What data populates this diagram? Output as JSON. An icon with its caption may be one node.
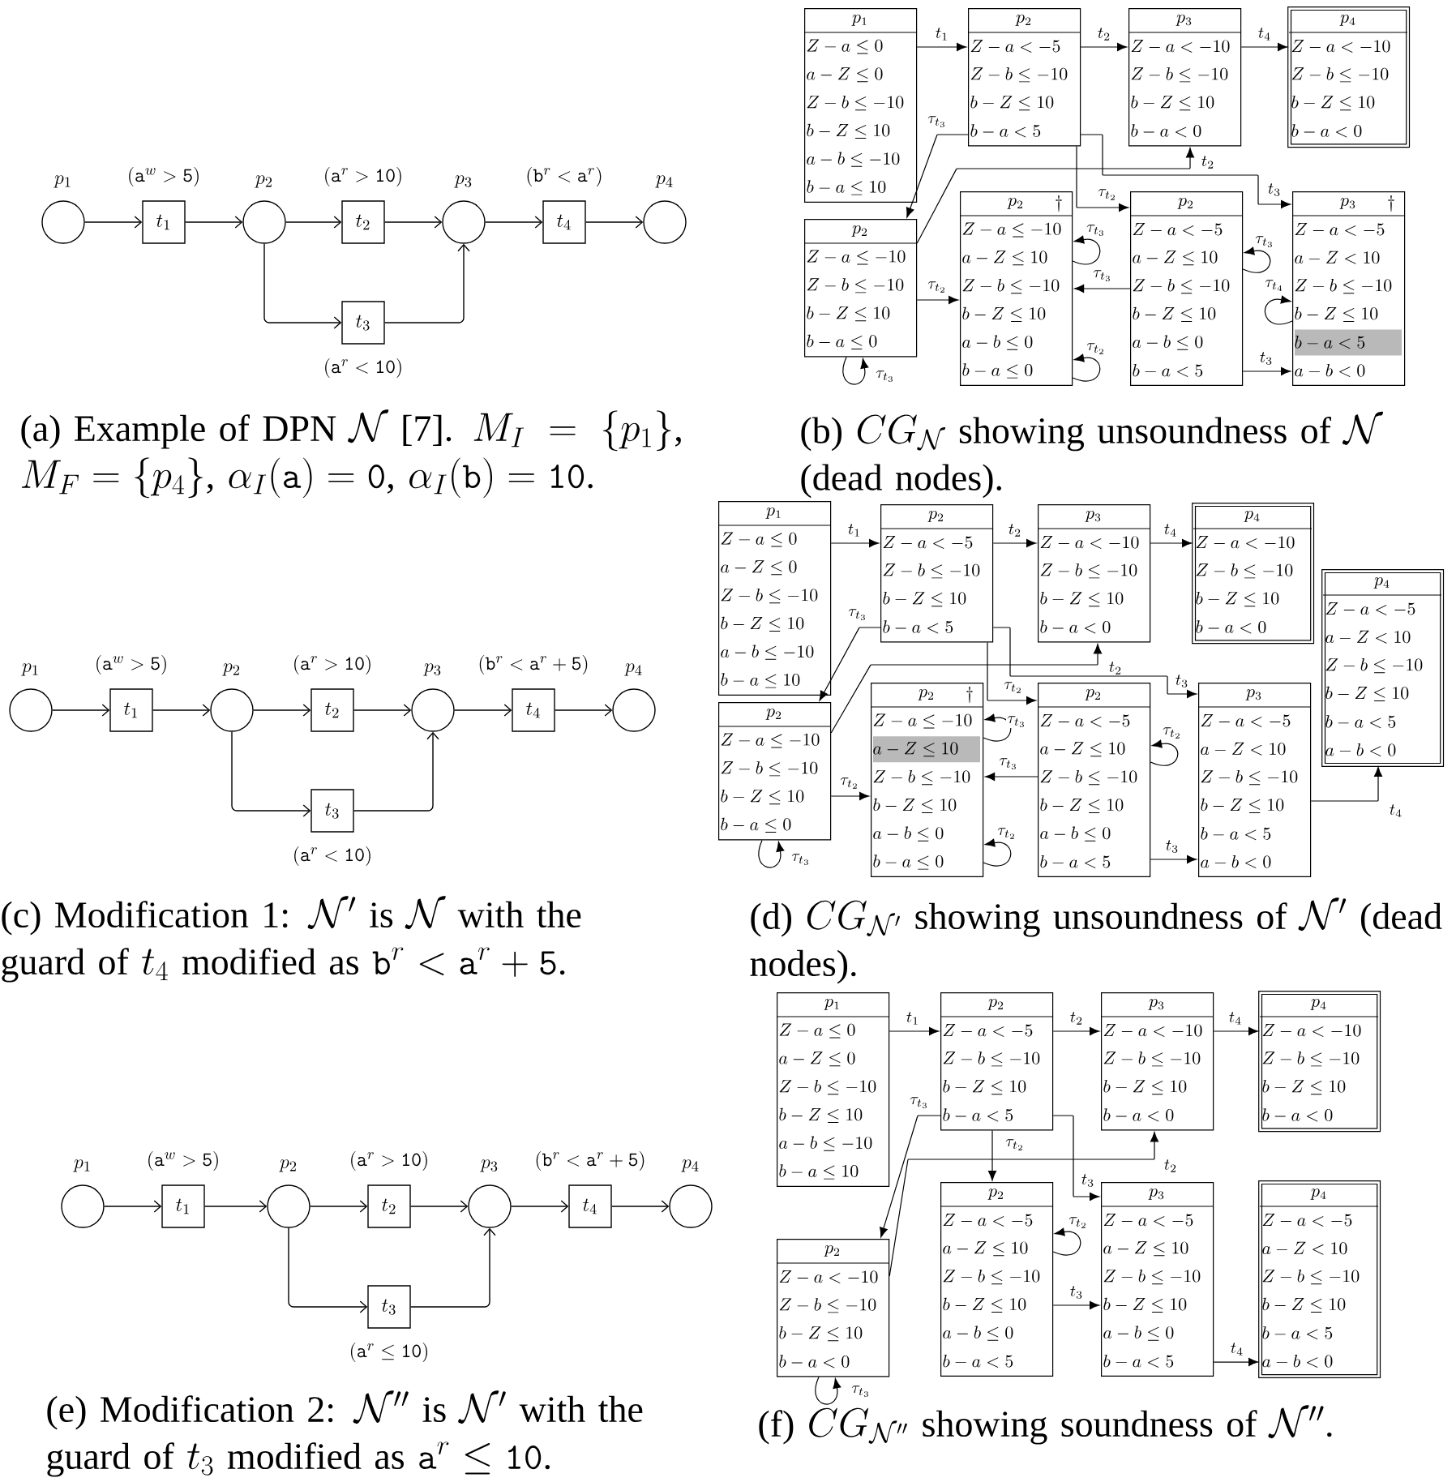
{
  "diagram": {
    "nodes": [
      {
        "text": [
          "p_1"
        ]
      },
      {
        "text": [
          "t_1"
        ],
        "beside": [
          "(\\mathtt{a}^w>\\mathtt{5})"
        ]
      },
      {
        "text": [
          "p_2"
        ]
      },
      {
        "text": [
          "t_2"
        ],
        "beside": [
          "(\\mathtt{a}^r>\\mathtt{10})"
        ]
      },
      {
        "text": [
          "p_3"
        ]
      },
      {
        "text": [
          "t_4"
        ],
        "beside": [
          "(\\mathtt{b}^r<\\mathtt{a}^r)"
        ]
      },
      {
        "text": [
          "p_4"
        ]
      },
      {
        "text": [
          "t_3"
        ],
        "beside": [
          "(\\mathtt{a}^r<\\mathtt{10})"
        ]
      },
      {
        "text": [
          "p_1",
          "Z-a\\leq 0",
          "a-Z\\leq 0",
          "Z-b\\leq -10",
          "b-Z\\leq 10",
          "a-b\\leq -10",
          "b-a\\leq 10"
        ]
      },
      {
        "text": [
          "p_2",
          "Z-a<-5",
          "Z-b\\leq -10",
          "b-Z\\leq 10",
          "b-a<5"
        ]
      },
      {
        "text": [
          "p_3",
          "Z-a<-10",
          "Z-b\\leq -10",
          "b-Z\\leq 10",
          "b-a<0"
        ]
      },
      {
        "text": [
          "p_4",
          "Z-a<-10",
          "Z-b\\leq -10",
          "b-Z\\leq 10",
          "b-a<0"
        ]
      },
      {
        "text": [
          "p_2",
          "Z-a\\leq -10",
          "Z-b\\leq -10",
          "b-Z\\leq 10",
          "b-a\\leq 0"
        ]
      },
      {
        "text": [
          "p_2",
          "\\dagger",
          "Z-a\\leq -10",
          "a-Z\\leq 10",
          "Z-b\\leq -10",
          "b-Z\\leq 10",
          "a-b\\leq 0",
          "b-a\\leq 0"
        ]
      },
      {
        "text": [
          "p_2",
          "Z-a<-5",
          "a-Z\\leq 10",
          "Z-b\\leq -10",
          "b-Z\\leq 10",
          "a-b\\leq 0",
          "b-a<5"
        ]
      },
      {
        "text": [
          "p_3",
          "\\dagger",
          "Z-a<-5",
          "a-Z<10",
          "Z-b\\leq -10",
          "b-Z\\leq 10",
          "b-a<5",
          "a-b<0"
        ]
      },
      {
        "text": [
          "p_1"
        ]
      },
      {
        "text": [
          "t_1"
        ],
        "beside": [
          "(\\mathtt{a}^w>\\mathtt{5})"
        ]
      },
      {
        "text": [
          "p_2"
        ]
      },
      {
        "text": [
          "t_2"
        ],
        "beside": [
          "(\\mathtt{a}^r>\\mathtt{10})"
        ]
      },
      {
        "text": [
          "p_3"
        ]
      },
      {
        "text": [
          "t_4"
        ],
        "beside": [
          "(\\mathtt{b}^r<\\mathtt{a}^r+\\mathtt{5})"
        ]
      },
      {
        "text": [
          "p_4"
        ]
      },
      {
        "text": [
          "t_3"
        ],
        "beside": [
          "(\\mathtt{a}^r<\\mathtt{10})"
        ]
      },
      {
        "text": [
          "p_1",
          "Z-a\\leq 0",
          "a-Z\\leq 0",
          "Z-b\\leq -10",
          "b-Z\\leq 10",
          "a-b\\leq -10",
          "b-a\\leq 10"
        ]
      },
      {
        "text": [
          "p_2",
          "Z-a<-5",
          "Z-b\\leq -10",
          "b-Z\\leq 10",
          "b-a<5"
        ]
      },
      {
        "text": [
          "p_3",
          "Z-a<-10",
          "Z-b\\leq -10",
          "b-Z\\leq 10",
          "b-a<0"
        ]
      },
      {
        "text": [
          "p_4",
          "Z-a<-10",
          "Z-b\\leq -10",
          "b-Z\\leq 10",
          "b-a<0"
        ]
      },
      {
        "text": [
          "p_4",
          "Z-a<-5",
          "a-Z<10",
          "Z-b\\leq -10",
          "b-Z\\leq 10",
          "b-a<5",
          "a-b<0"
        ]
      },
      {
        "text": [
          "p_2",
          "Z-a\\leq -10",
          "Z-b\\leq -10",
          "b-Z\\leq 10",
          "b-a\\leq 0"
        ]
      },
      {
        "text": [
          "p_2",
          "\\dagger",
          "Z-a\\leq -10",
          "a-Z\\leq 10",
          "Z-b\\leq -10",
          "b-Z\\leq 10",
          "a-b\\leq 0",
          "b-a\\leq 0"
        ]
      },
      {
        "text": [
          "p_2",
          "Z-a<-5",
          "a-Z\\leq 10",
          "Z-b\\leq -10",
          "b-Z\\leq 10",
          "a-b\\leq 0",
          "b-a<5"
        ]
      },
      {
        "text": [
          "p_3",
          "Z-a<-5",
          "a-Z<10",
          "Z-b\\leq -10",
          "b-Z\\leq 10",
          "b-a<5",
          "a-b<0"
        ]
      },
      {
        "text": [
          "p_1"
        ]
      },
      {
        "text": [
          "t_1"
        ],
        "beside": [
          "(\\mathtt{a}^w>\\mathtt{5})"
        ]
      },
      {
        "text": [
          "p_2"
        ]
      },
      {
        "text": [
          "t_2"
        ],
        "beside": [
          "(\\mathtt{a}^r>\\mathtt{10})"
        ]
      },
      {
        "text": [
          "p_3"
        ]
      },
      {
        "text": [
          "t_4"
        ],
        "beside": [
          "(\\mathtt{b}^r<\\mathtt{a}^r+\\mathtt{5})"
        ]
      },
      {
        "text": [
          "p_4"
        ]
      },
      {
        "text": [
          "t_3"
        ],
        "beside": [
          "(\\mathtt{a}^r\\leq\\mathtt{10})"
        ]
      },
      {
        "text": [
          "p_1",
          "Z-a\\leq 0",
          "a-Z\\leq 0",
          "Z-b\\leq -10",
          "b-Z\\leq 10",
          "a-b\\leq -10",
          "b-a\\leq 10"
        ]
      },
      {
        "text": [
          "p_2",
          "Z-a<-5",
          "Z-b\\leq -10",
          "b-Z\\leq 10",
          "b-a<5"
        ]
      },
      {
        "text": [
          "p_3",
          "Z-a<-10",
          "Z-b\\leq -10",
          "b-Z\\leq 10",
          "b-a<0"
        ]
      },
      {
        "text": [
          "p_4",
          "Z-a<-10",
          "Z-b\\leq -10",
          "b-Z\\leq 10",
          "b-a<0"
        ]
      },
      {
        "text": [
          "p_2",
          "Z-a<-10",
          "Z-b\\leq -10",
          "b-Z\\leq 10",
          "b-a<0"
        ]
      },
      {
        "text": [
          "p_2",
          "Z-a<-5",
          "a-Z\\leq 10",
          "Z-b\\leq -10",
          "b-Z\\leq 10",
          "a-b\\leq 0",
          "b-a<5"
        ]
      },
      {
        "text": [
          "p_3",
          "Z-a<-5",
          "a-Z\\leq 10",
          "Z-b\\leq -10",
          "b-Z\\leq 10",
          "a-b\\leq 0",
          "b-a<5"
        ]
      },
      {
        "text": [
          "p_4",
          "Z-a<-5",
          "a-Z<10",
          "Z-b\\leq -10",
          "b-Z\\leq 10",
          "b-a<5",
          "a-b<0"
        ]
      }
    ],
    "edges": [
      {
        "from": 0,
        "to": 1,
        "arrow": "to"
      },
      {
        "from": 1,
        "to": 2,
        "arrow": "to"
      },
      {
        "from": 2,
        "to": 3,
        "arrow": "to"
      },
      {
        "from": 3,
        "to": 4,
        "arrow": "to"
      },
      {
        "from": 2,
        "to": 7,
        "arrow": "to"
      },
      {
        "from": 7,
        "to": 4,
        "arrow": "to"
      },
      {
        "from": 4,
        "to": 5,
        "arrow": "to"
      },
      {
        "from": 5,
        "to": 6,
        "arrow": "to"
      },
      {
        "from": 8,
        "to": 9,
        "arrow": "to",
        "label": "t_1"
      },
      {
        "from": 9,
        "to": 10,
        "arrow": "to",
        "label": "t_2"
      },
      {
        "from": 10,
        "to": 11,
        "arrow": "to",
        "label": "t_4"
      },
      {
        "from": 9,
        "to": 12,
        "arrow": "to",
        "label": "\\tau_{t_3}"
      },
      {
        "from": 12,
        "to": 10,
        "arrow": "to",
        "label": "t_2"
      },
      {
        "from": 9,
        "to": 14,
        "arrow": "to",
        "label": "\\tau_{t_2}"
      },
      {
        "from": 9,
        "to": 15,
        "arrow": "to",
        "label": "t_3"
      },
      {
        "from": 12,
        "to": 13,
        "arrow": "to",
        "label": "\\tau_{t_2}"
      },
      {
        "from": 14,
        "to": 13,
        "arrow": "to",
        "label": "\\tau_{t_3}"
      },
      {
        "from": 14,
        "to": 15,
        "arrow": "to",
        "label": "t_3"
      },
      {
        "from": 12,
        "to": 12,
        "arrow": "to",
        "label": "\\tau_{t_3}"
      },
      {
        "from": 13,
        "to": 13,
        "arrow": "to",
        "label": "\\tau_{t_3}"
      },
      {
        "from": 13,
        "to": 13,
        "arrow": "to",
        "label": "\\tau_{t_2}"
      },
      {
        "from": 14,
        "to": 14,
        "arrow": "to",
        "label": "\\tau_{t_3}"
      },
      {
        "from": 15,
        "to": 15,
        "arrow": "to",
        "label": "\\tau_{t_4}"
      },
      {
        "from": 16,
        "to": 17,
        "arrow": "to"
      },
      {
        "from": 17,
        "to": 18,
        "arrow": "to"
      },
      {
        "from": 18,
        "to": 19,
        "arrow": "to"
      },
      {
        "from": 19,
        "to": 20,
        "arrow": "to"
      },
      {
        "from": 18,
        "to": 23,
        "arrow": "to"
      },
      {
        "from": 23,
        "to": 20,
        "arrow": "to"
      },
      {
        "from": 20,
        "to": 21,
        "arrow": "to"
      },
      {
        "from": 21,
        "to": 22,
        "arrow": "to"
      },
      {
        "from": 24,
        "to": 25,
        "arrow": "to",
        "label": "t_1"
      },
      {
        "from": 25,
        "to": 26,
        "arrow": "to",
        "label": "t_2"
      },
      {
        "from": 26,
        "to": 27,
        "arrow": "to",
        "label": "t_4"
      },
      {
        "from": 25,
        "to": 29,
        "arrow": "to",
        "label": "\\tau_{t_3}"
      },
      {
        "from": 29,
        "to": 26,
        "arrow": "to",
        "label": "t_2"
      },
      {
        "from": 25,
        "to": 31,
        "arrow": "to",
        "label": "\\tau_{t_2}"
      },
      {
        "from": 25,
        "to": 32,
        "arrow": "to",
        "label": "t_3"
      },
      {
        "from": 29,
        "to": 30,
        "arrow": "to",
        "label": "\\tau_{t_2}"
      },
      {
        "from": 31,
        "to": 30,
        "arrow": "to",
        "label": "\\tau_{t_3}"
      },
      {
        "from": 31,
        "to": 32,
        "arrow": "to",
        "label": "t_3"
      },
      {
        "from": 32,
        "to": 28,
        "arrow": "to",
        "label": "t_4"
      },
      {
        "from": 29,
        "to": 29,
        "arrow": "to",
        "label": "\\tau_{t_3}"
      },
      {
        "from": 30,
        "to": 30,
        "arrow": "to",
        "label": "\\tau_{t_3}"
      },
      {
        "from": 30,
        "to": 30,
        "arrow": "to",
        "label": "\\tau_{t_2}"
      },
      {
        "from": 31,
        "to": 31,
        "arrow": "to",
        "label": "\\tau_{t_2}"
      },
      {
        "from": 33,
        "to": 34,
        "arrow": "to"
      },
      {
        "from": 34,
        "to": 35,
        "arrow": "to"
      },
      {
        "from": 35,
        "to": 36,
        "arrow": "to"
      },
      {
        "from": 36,
        "to": 37,
        "arrow": "to"
      },
      {
        "from": 35,
        "to": 40,
        "arrow": "to"
      },
      {
        "from": 40,
        "to": 37,
        "arrow": "to"
      },
      {
        "from": 37,
        "to": 38,
        "arrow": "to"
      },
      {
        "from": 38,
        "to": 39,
        "arrow": "to"
      },
      {
        "from": 41,
        "to": 42,
        "arrow": "to",
        "label": "t_1"
      },
      {
        "from": 42,
        "to": 43,
        "arrow": "to",
        "label": "t_2"
      },
      {
        "from": 43,
        "to": 44,
        "arrow": "to",
        "label": "t_4"
      },
      {
        "from": 42,
        "to": 45,
        "arrow": "to",
        "label": "\\tau_{t_3}"
      },
      {
        "from": 45,
        "to": 43,
        "arrow": "to",
        "label": "t_2"
      },
      {
        "from": 42,
        "to": 46,
        "arrow": "to",
        "label": "\\tau_{t_2}"
      },
      {
        "from": 42,
        "to": 47,
        "arrow": "to",
        "label": "t_3"
      },
      {
        "from": 46,
        "to": 47,
        "arrow": "to",
        "label": "t_3"
      },
      {
        "from": 47,
        "to": 48,
        "arrow": "to",
        "label": "t_4"
      },
      {
        "from": 45,
        "to": 45,
        "arrow": "to",
        "label": "\\tau_{t_3}"
      },
      {
        "from": 46,
        "to": 46,
        "arrow": "to",
        "label": "\\tau_{t_2}"
      }
    ],
    "labels": [
      "\\text{(a) Example of DPN }\\mathcal{N}\\text{ [7]. }M_I=\\{p_1\\}\\text{,}\\allowbreak M_F=\\{p_4\\}\\text{, }\\alpha_I(\\mathtt{a})=\\mathtt{0}\\text{, }\\alpha_I(\\mathtt{b})=\\mathtt{10}\\text{.}",
      "\\text{(b) }CG_{\\mathcal{N}}\\text{ showing unsoundness of }\\mathcal{N}\\allowbreak\\text{(dead nodes).}",
      "\\text{(c) Modification 1: }\\mathcal{N}'\\text{ is }\\mathcal{N}\\text{ with the }\\allowbreak\\text{guard of }t_4\\text{ modified as }\\mathtt{b}^r<\\mathtt{a}^r+\\mathtt{5}\\text{.}",
      "\\text{(d) }CG_{\\mathcal{N}'}\\text{ showing unsoundness of }\\mathcal{N}'\\text{ (dead }\\allowbreak\\text{nodes).}",
      "\\text{(e) Modification 2: }\\mathcal{N}''\\text{ is }\\mathcal{N}'\\text{ with the }\\allowbreak\\text{guard of }t_3\\text{ modified as }\\mathtt{a}^r\\leq\\mathtt{10}\\text{.}",
      "\\text{(f) }CG_{\\mathcal{N}''}\\text{ showing soundness of }\\mathcal{N}''\\text{.}"
    ]
  }
}
